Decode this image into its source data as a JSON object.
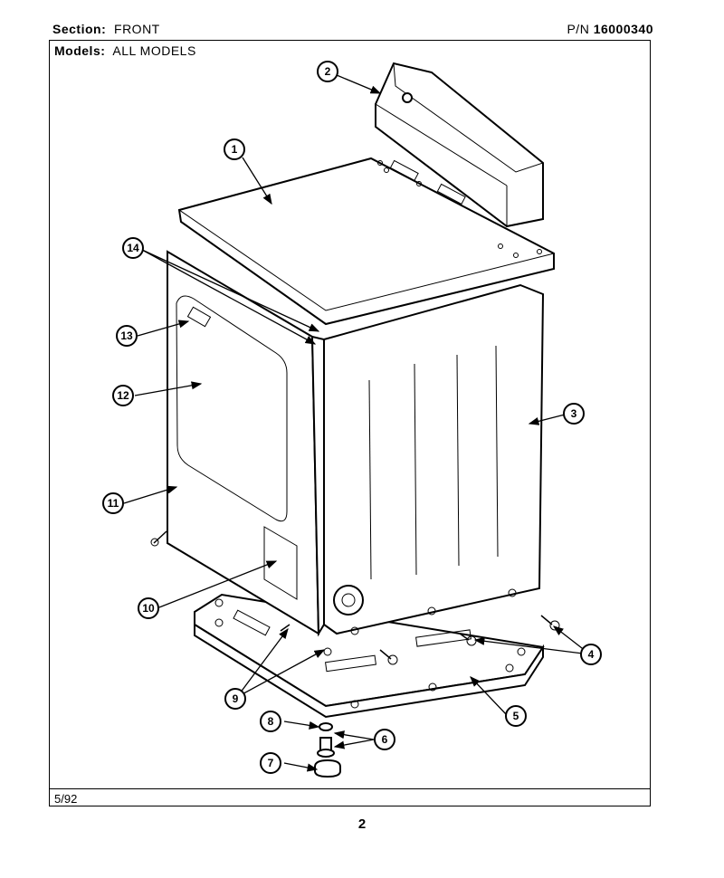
{
  "header": {
    "section_label": "Section:",
    "section_value": "FRONT",
    "pn_label": "P/N",
    "pn_value": "16000340",
    "models_label": "Models:",
    "models_value": "ALL MODELS"
  },
  "footer": {
    "date": "5/92",
    "page_number": "2"
  },
  "callouts": [
    "1",
    "2",
    "3",
    "4",
    "5",
    "6",
    "7",
    "8",
    "9",
    "10",
    "11",
    "12",
    "13",
    "14"
  ]
}
